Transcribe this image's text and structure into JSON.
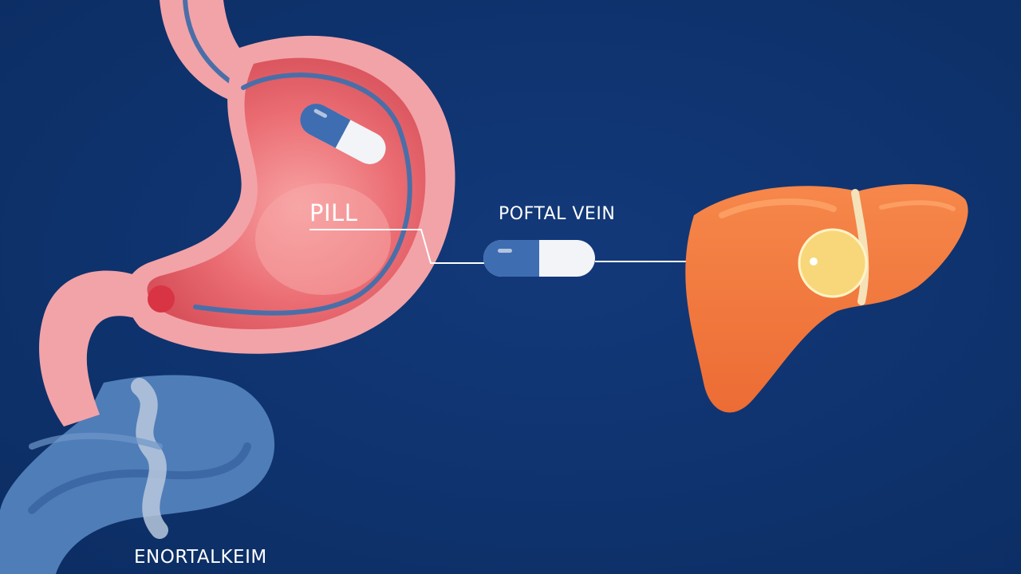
{
  "labels": {
    "pill": "PILL",
    "portal_vein": "POFTAL VEIN",
    "intestine": "ENORTALKEIM"
  },
  "colors": {
    "background": "#0f3470",
    "stomach_outer": "#f2a3a8",
    "stomach_inner": "#e0575f",
    "intestine": "#4f7db8",
    "intestine_highlight": "#b9c8dd",
    "capsule_blue": "#3f6db1",
    "capsule_white": "#f2f4f8",
    "liver": "#f07a3c",
    "liver_spot": "#f7d77a",
    "connector_line": "#ffffff"
  },
  "icons": [
    "stomach-icon",
    "capsule-icon",
    "liver-icon",
    "intestine-icon"
  ]
}
